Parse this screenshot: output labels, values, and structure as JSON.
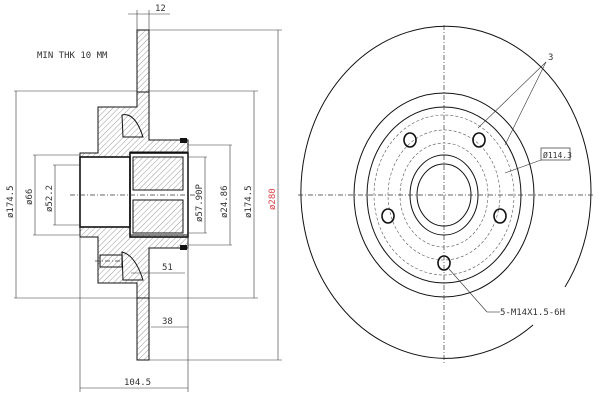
{
  "side_view": {
    "note": "MIN THK 10 MM",
    "dim_thickness": "12",
    "dim_outer_left": "ø174.5",
    "dim_hub_outer": "ø66",
    "dim_hub_bore": "ø52.2",
    "dim_bearing": "ø57.90P",
    "dim_seal": "ø24.86",
    "dim_outer_right": "ø174.5",
    "dim_disc": "ø280",
    "dim_51": "51",
    "dim_38": "38",
    "dim_total": "104.5"
  },
  "front_view": {
    "label_3": "3",
    "pcd": "Ø114.3",
    "thread": "5-M14X1.5-6H"
  },
  "colors": {
    "disc_dim": "#d9434a",
    "line": "#111111"
  }
}
